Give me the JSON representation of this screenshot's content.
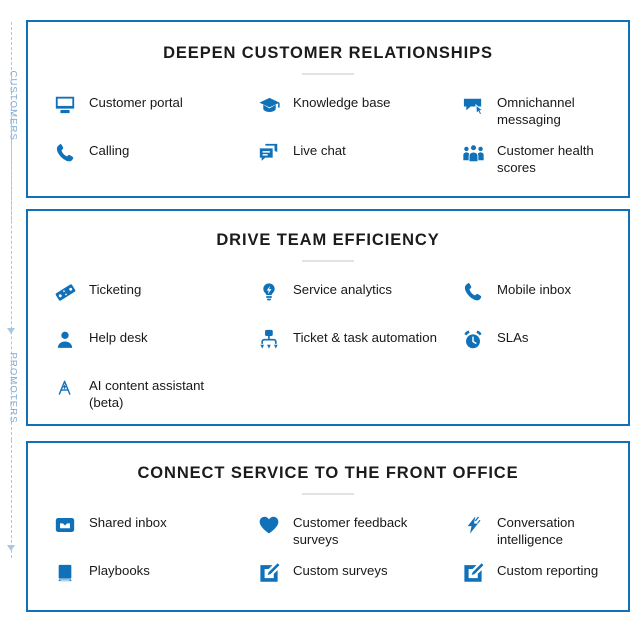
{
  "colors": {
    "accent": "#1071b8",
    "icon_blue": "#1071b8",
    "rail_blue": "#7fa8cf",
    "rail_dash": "#a9c6e2",
    "title_text": "#1b1b1b",
    "rule_grey": "#e3e3e3",
    "background": "#ffffff"
  },
  "rail": {
    "labels": [
      {
        "text": "CUSTOMERS"
      },
      {
        "text": "PROMOTERS"
      }
    ]
  },
  "sections": [
    {
      "title": "DEEPEN CUSTOMER RELATIONSHIPS",
      "items": [
        {
          "label": "Customer portal",
          "icon": "monitor-icon"
        },
        {
          "label": "Knowledge base",
          "icon": "graduation-cap-icon"
        },
        {
          "label": "Omnichannel messaging",
          "icon": "chat-cursor-icon"
        },
        {
          "label": "Calling",
          "icon": "phone-icon"
        },
        {
          "label": "Live chat",
          "icon": "speech-bubbles-icon"
        },
        {
          "label": "Customer health scores",
          "icon": "people-group-icon"
        }
      ]
    },
    {
      "title": "DRIVE TEAM EFFICIENCY",
      "items": [
        {
          "label": "Ticketing",
          "icon": "ticket-icon"
        },
        {
          "label": "Service analytics",
          "icon": "lightbulb-icon"
        },
        {
          "label": "Mobile inbox",
          "icon": "phone-icon"
        },
        {
          "label": "Help desk",
          "icon": "person-icon"
        },
        {
          "label": "Ticket & task automation",
          "icon": "workflow-icon"
        },
        {
          "label": "SLAs",
          "icon": "alarm-clock-icon"
        },
        {
          "label": "AI content assistant (beta)",
          "icon": "sparkle-a-icon"
        },
        {
          "label": "",
          "icon": "none"
        },
        {
          "label": "",
          "icon": "none"
        }
      ]
    },
    {
      "title": "CONNECT SERVICE TO THE FRONT OFFICE",
      "items": [
        {
          "label": "Shared inbox",
          "icon": "inbox-icon"
        },
        {
          "label": "Customer feedback surveys",
          "icon": "heart-icon"
        },
        {
          "label": "Conversation intelligence",
          "icon": "lightning-icon"
        },
        {
          "label": "Playbooks",
          "icon": "book-icon"
        },
        {
          "label": "Custom surveys",
          "icon": "pencil-square-icon"
        },
        {
          "label": "Custom reporting",
          "icon": "pencil-square-icon"
        }
      ]
    }
  ]
}
